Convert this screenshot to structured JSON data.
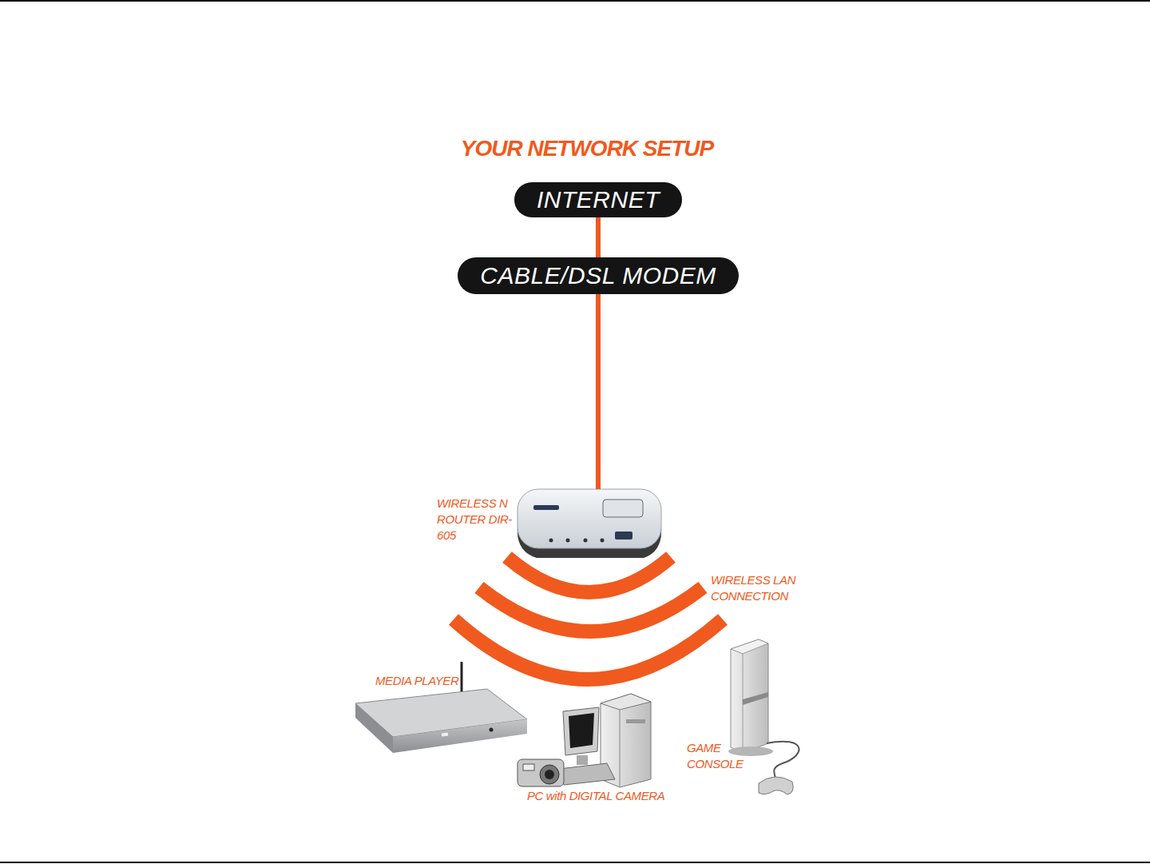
{
  "diagram": {
    "title": "YOUR NETWORK SETUP",
    "nodes": [
      {
        "text": [
          "INTERNET"
        ]
      },
      {
        "text": [
          "CABLE/DSL MODEM"
        ]
      },
      {
        "text": [
          "WIRELESS N ROUTER DIR-605"
        ]
      },
      {
        "text": [
          "MEDIA PLAYER"
        ]
      },
      {
        "text": [
          "PC with DIGITAL CAMERA"
        ]
      },
      {
        "text": [
          "GAME CONSOLE"
        ]
      }
    ],
    "edges": [
      {
        "from": 0,
        "to": 1,
        "arrow": "none"
      },
      {
        "from": 1,
        "to": 2,
        "arrow": "none"
      }
    ],
    "labels": [
      "WIRELESS LAN CONNECTION"
    ]
  }
}
